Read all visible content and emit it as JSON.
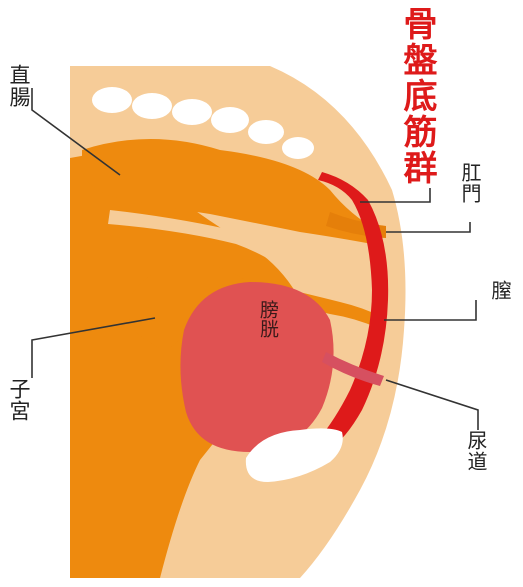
{
  "title": "骨盤底筋群",
  "colors": {
    "skin": "#f6cc98",
    "organ": "#ee8a0e",
    "organ_dark": "#e57f0a",
    "muscle": "#de1a1a",
    "bladder": "#e05252",
    "bone": "#ffffff",
    "leader": "#333333"
  },
  "labels": {
    "rectum": "直腸",
    "uterus": "子宮",
    "bladder": "膀胱",
    "anus": "肛門",
    "vagina": "膣",
    "urethra": "尿道"
  }
}
